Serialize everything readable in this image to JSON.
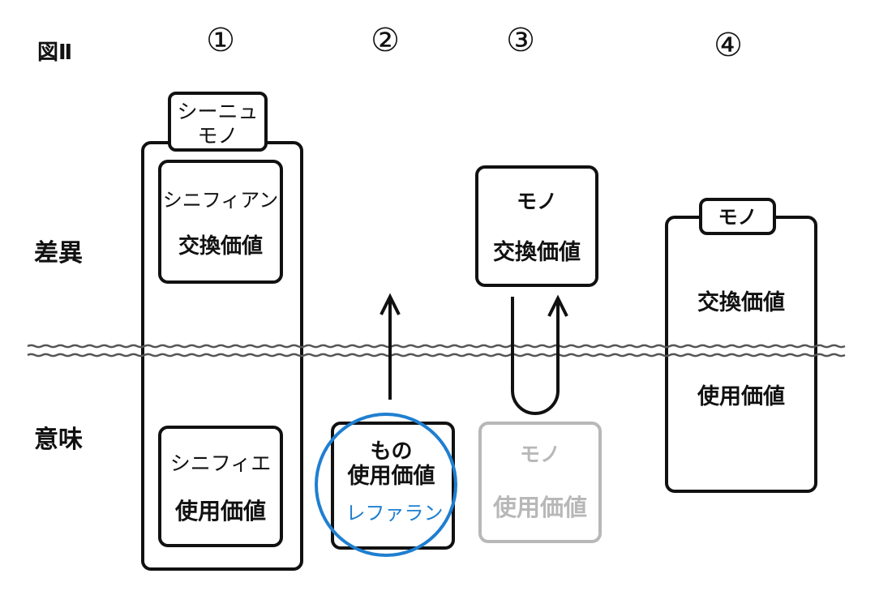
{
  "figure_label": "図Ⅱ",
  "row_labels": {
    "difference": "差異",
    "meaning": "意味"
  },
  "column_numbers": [
    "①",
    "②",
    "③",
    "④"
  ],
  "col1": {
    "tab_line1": "シーニュ",
    "tab_line2": "モノ",
    "upper_line1": "シニフィアン",
    "upper_line2": "交換価値",
    "lower_line1": "シニフィエ",
    "lower_line2": "使用価値"
  },
  "col2": {
    "line1": "もの",
    "line2": "使用価値",
    "line3": "レファラン"
  },
  "col3": {
    "upper_line1": "モノ",
    "upper_line2": "交換価値",
    "lower_line1": "モノ",
    "lower_line2": "使用価値"
  },
  "col4": {
    "tab": "モノ",
    "line1": "交換価値",
    "line2": "使用価値"
  },
  "colors": {
    "ink": "#111111",
    "referent_circle": "#1f7fd0",
    "faded": "#b8b8b8"
  }
}
